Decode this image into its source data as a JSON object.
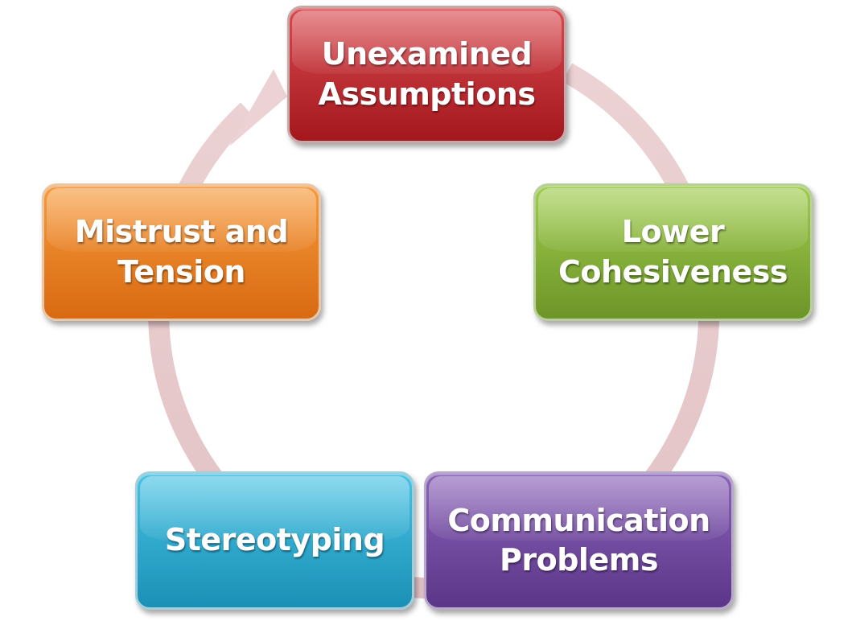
{
  "diagram": {
    "type": "cycle",
    "arrow_color": "#e8c8cb",
    "nodes": [
      {
        "id": "unexamined",
        "label": "Unexamined\nAssumptions",
        "color_top": "#d94a4f",
        "color_bottom": "#a3171d",
        "border": "#c8a7a8"
      },
      {
        "id": "cohesiveness",
        "label": "Lower\nCohesiveness",
        "color_top": "#9fcc4c",
        "color_bottom": "#6d9529",
        "border": "#b9cf9c"
      },
      {
        "id": "communication",
        "label": "Communication\nProblems",
        "color_top": "#8a62b8",
        "color_bottom": "#5b3688",
        "border": "#b7a9c9"
      },
      {
        "id": "stereotyping",
        "label": "Stereotyping",
        "color_top": "#47c3e4",
        "color_bottom": "#1b90b6",
        "border": "#a3cedb"
      },
      {
        "id": "mistrust",
        "label": "Mistrust and\nTension",
        "color_top": "#f79a3c",
        "color_bottom": "#d86a12",
        "border": "#e8c6a6"
      }
    ]
  }
}
